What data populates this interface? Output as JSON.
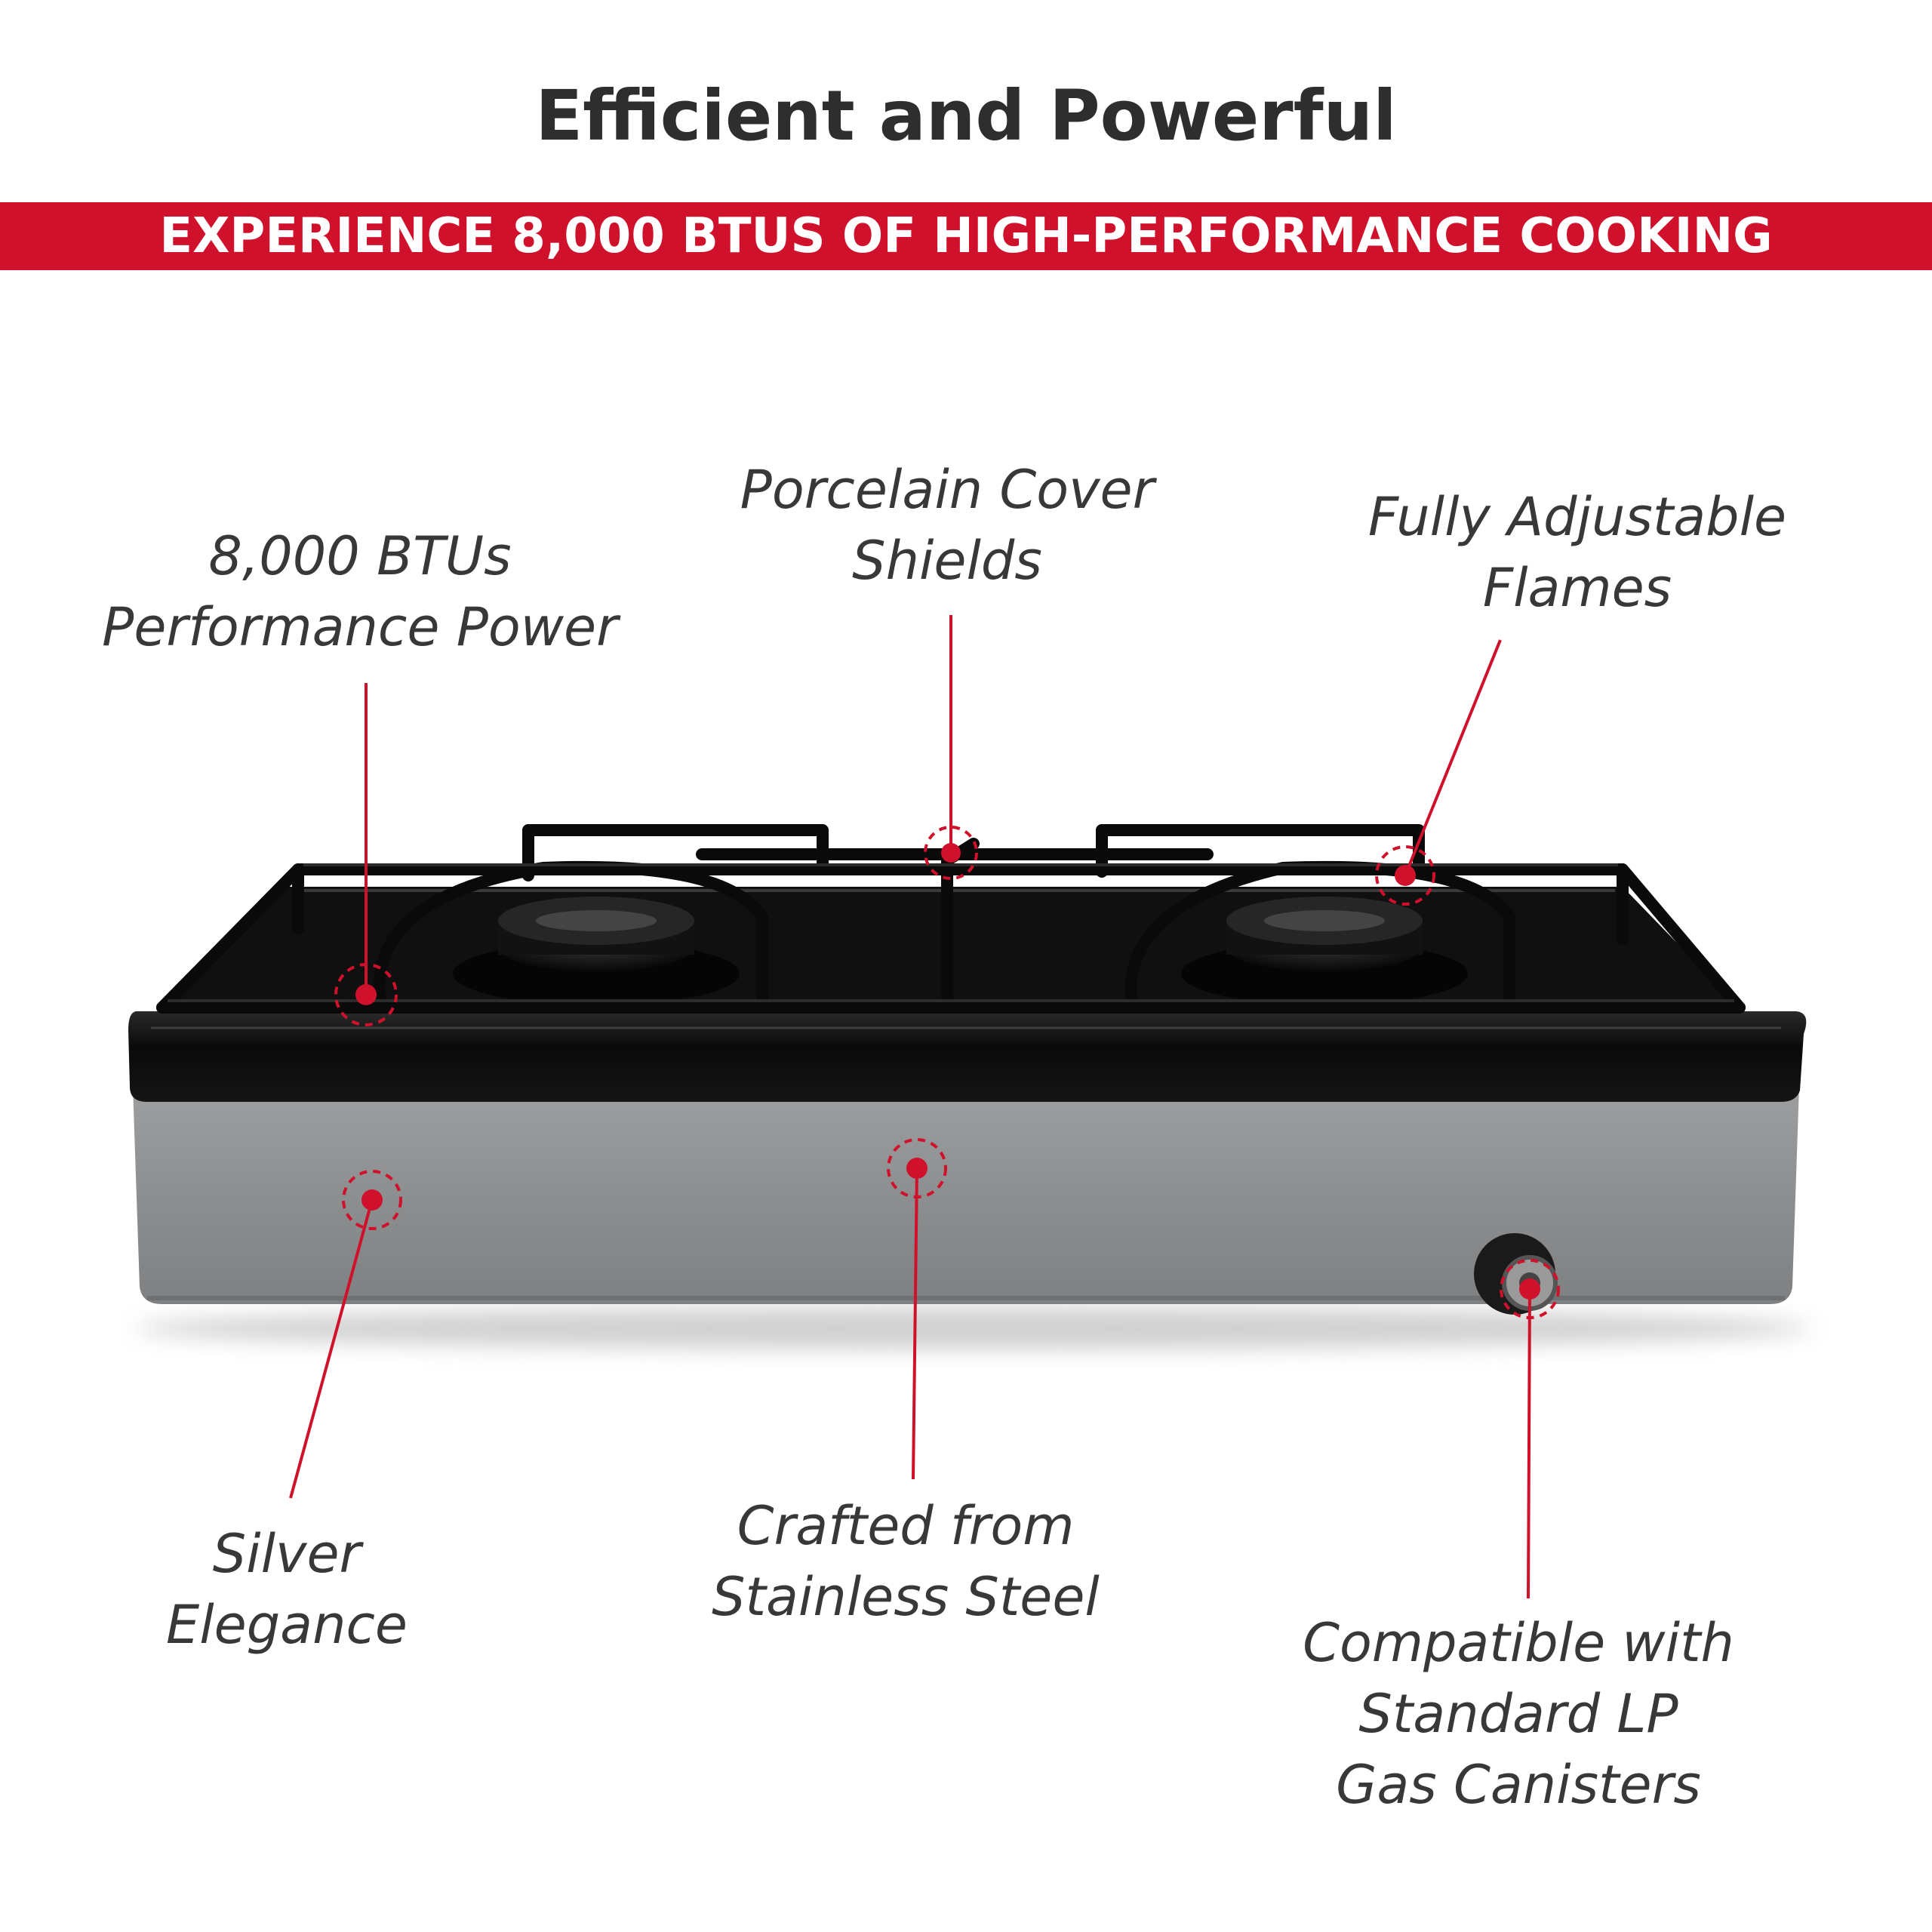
{
  "header": {
    "title": "Efficient and Powerful",
    "banner": "EXPERIENCE 8,000 BTUS OF HIGH-PERFORMANCE COOKING"
  },
  "colors": {
    "accent": "#d0112b",
    "text": "#383838",
    "stove_top": "#0c0c0c",
    "stove_body": "#8c8e90"
  },
  "callouts": {
    "btus": {
      "line1": "8,000 BTUs",
      "line2": "Performance Power"
    },
    "porcelain": {
      "line1": "Porcelain Cover",
      "line2": "Shields"
    },
    "flames": {
      "line1": "Fully Adjustable",
      "line2": "Flames"
    },
    "silver": {
      "line1": "Silver",
      "line2": "Elegance"
    },
    "steel": {
      "line1": "Crafted from",
      "line2": "Stainless Steel"
    },
    "gas": {
      "line1": "Compatible with",
      "line2": "Standard LP",
      "line3": "Gas Canisters"
    }
  }
}
